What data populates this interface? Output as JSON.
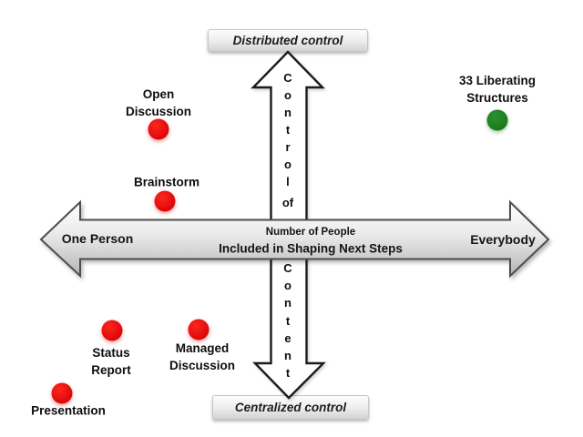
{
  "diagram": {
    "top_box_label": "Distributed control",
    "bottom_box_label": "Centralized control",
    "vertical_axis": {
      "top_word_letters": [
        "C",
        "o",
        "n",
        "t",
        "r",
        "o",
        "l"
      ],
      "mid_word": "of",
      "bottom_word_letters": [
        "C",
        "o",
        "n",
        "t",
        "e",
        "n",
        "t"
      ]
    },
    "horizontal_axis": {
      "left_label": "One Person",
      "right_label": "Everybody",
      "center_line1": "Number of People",
      "center_line2": "Included in Shaping Next Steps"
    },
    "points": [
      {
        "name": "open-discussion",
        "line1": "Open",
        "line2": "Discussion",
        "color": "red"
      },
      {
        "name": "brainstorm",
        "line1": "Brainstorm",
        "color": "red"
      },
      {
        "name": "status-report",
        "line1": "Status",
        "line2": "Report",
        "color": "red"
      },
      {
        "name": "managed-discussion",
        "line1": "Managed",
        "line2": "Discussion",
        "color": "red"
      },
      {
        "name": "presentation",
        "line1": "Presentation",
        "color": "red"
      },
      {
        "name": "liberating-structures",
        "line1": "33 Liberating",
        "line2": "Structures",
        "color": "green"
      }
    ]
  },
  "colors": {
    "dot_red": "#e20b0b",
    "dot_green": "#1c7c1c",
    "horizontal_arrow_outline": "#4d4d4d",
    "horizontal_arrow_fill_top": "#ffffff",
    "horizontal_arrow_fill_bottom": "#b5b5b5",
    "vertical_arrow_fill": "#ffffff",
    "vertical_arrow_outline": "#1a1a1a",
    "box_fill_top": "#fdfdfd",
    "box_fill_bottom": "#d2d2d2",
    "text": "#0d0d0d"
  }
}
